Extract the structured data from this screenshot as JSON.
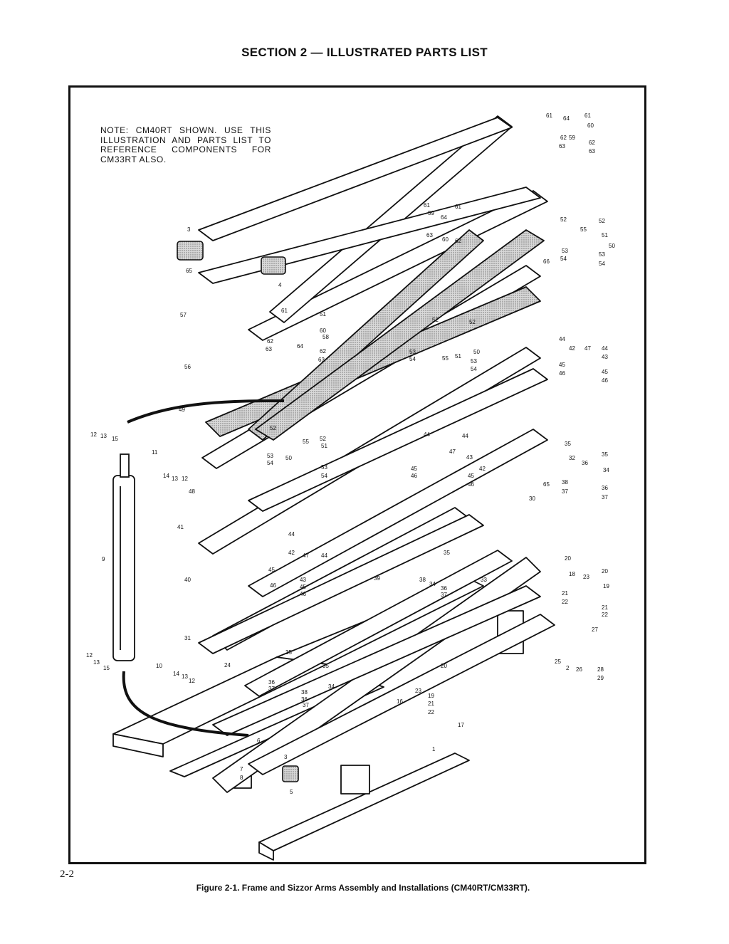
{
  "header": {
    "title": "SECTION 2 — ILLUSTRATED PARTS LIST"
  },
  "figure": {
    "note": "NOTE: CM40RT SHOWN. USE THIS ILLUSTRATION AND PARTS LIST TO REFERENCE COMPONENTS FOR CM33RT ALSO.",
    "caption": "Figure 2-1. Frame and Sizzor Arms Assembly and Installations (CM40RT/CM33RT)."
  },
  "page_number": "2-2",
  "callouts": {
    "c1": "61",
    "c2": "64",
    "c3": "61",
    "c4": "60",
    "c5": "62",
    "c6": "59",
    "c7": "62",
    "c8": "63",
    "c9": "63",
    "c10": "61",
    "c11": "59",
    "c12": "64",
    "c13": "61",
    "c14": "52",
    "c15": "52",
    "c16": "63",
    "c17": "60",
    "c18": "62",
    "c19": "55",
    "c20": "51",
    "c21": "50",
    "c22": "53",
    "c23": "54",
    "c24": "66",
    "c25": "53",
    "c26": "54",
    "c27": "3",
    "c28": "65",
    "c29": "4",
    "c30": "57",
    "c31": "61",
    "c32": "51",
    "c33": "60",
    "c34": "58",
    "c35": "62",
    "c36": "63",
    "c37": "64",
    "c38": "62",
    "c39": "63",
    "c40": "56",
    "c41": "52",
    "c42": "52",
    "c43": "53",
    "c44": "54",
    "c45": "55",
    "c46": "51",
    "c47": "50",
    "c48": "53",
    "c49": "54",
    "c50": "44",
    "c51": "42",
    "c52": "47",
    "c53": "44",
    "c54": "43",
    "c55": "45",
    "c56": "46",
    "c57": "45",
    "c58": "46",
    "c59": "49",
    "c60": "12",
    "c61": "13",
    "c62": "15",
    "c63": "11",
    "c64": "14",
    "c65": "13",
    "c66": "12",
    "c67": "48",
    "c68": "52",
    "c69": "55",
    "c70": "52",
    "c71": "51",
    "c72": "53",
    "c73": "50",
    "c74": "54",
    "c75": "53",
    "c76": "54",
    "c77": "44",
    "c78": "44",
    "c79": "47",
    "c80": "43",
    "c81": "42",
    "c82": "45",
    "c83": "46",
    "c84": "45",
    "c85": "46",
    "c86": "35",
    "c87": "32",
    "c88": "36",
    "c89": "35",
    "c90": "34",
    "c91": "65",
    "c92": "38",
    "c93": "37",
    "c94": "36",
    "c95": "37",
    "c96": "30",
    "c97": "41",
    "c98": "9",
    "c99": "44",
    "c100": "42",
    "c101": "47",
    "c102": "44",
    "c103": "45",
    "c104": "43",
    "c105": "46",
    "c106": "45",
    "c107": "46",
    "c108": "40",
    "c109": "39",
    "c110": "35",
    "c111": "38",
    "c112": "34",
    "c113": "36",
    "c114": "37",
    "c115": "33",
    "c116": "20",
    "c117": "18",
    "c118": "23",
    "c119": "20",
    "c120": "19",
    "c121": "21",
    "c122": "22",
    "c123": "21",
    "c124": "22",
    "c125": "31",
    "c126": "12",
    "c127": "13",
    "c128": "15",
    "c129": "10",
    "c130": "14",
    "c131": "13",
    "c132": "12",
    "c133": "24",
    "c134": "35",
    "c135": "35",
    "c136": "36",
    "c137": "37",
    "c138": "34",
    "c139": "38",
    "c140": "36",
    "c141": "37",
    "c142": "20",
    "c143": "23",
    "c144": "19",
    "c145": "21",
    "c146": "22",
    "c147": "16",
    "c148": "17",
    "c149": "27",
    "c150": "25",
    "c151": "2",
    "c152": "26",
    "c153": "28",
    "c154": "29",
    "c155": "1",
    "c156": "6",
    "c157": "3",
    "c158": "7",
    "c159": "8",
    "c160": "5"
  }
}
